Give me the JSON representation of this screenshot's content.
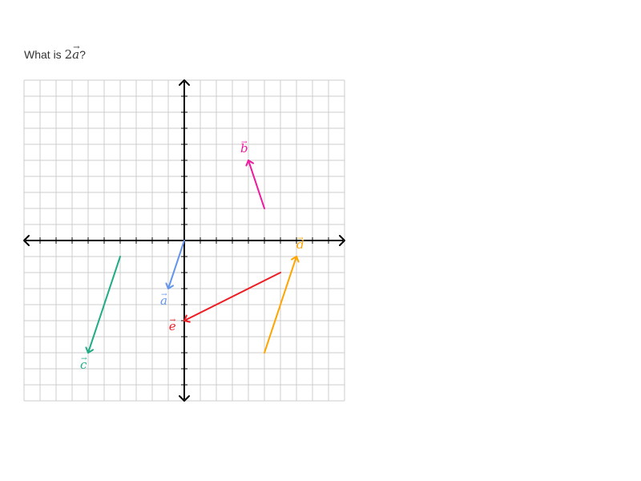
{
  "question": {
    "prefix": "What is ",
    "coefficient": "2",
    "vector_letter": "a",
    "vector_arrow": "→",
    "suffix": "?"
  },
  "grid": {
    "x_range": [
      -10,
      10
    ],
    "y_range": [
      -10,
      10
    ],
    "grid_step": 1,
    "tick_step": 1,
    "grid_color": "#cccccc",
    "axis_color": "#000000"
  },
  "vectors": [
    {
      "label": "a",
      "start": [
        0,
        0
      ],
      "end": [
        -1,
        -3
      ],
      "color": "#6495ed"
    },
    {
      "label": "b",
      "start": [
        5,
        2
      ],
      "end": [
        4,
        5
      ],
      "color": "#ee1aa0"
    },
    {
      "label": "c",
      "start": [
        -4,
        -1
      ],
      "end": [
        -6,
        -7
      ],
      "color": "#1fab85"
    },
    {
      "label": "d",
      "start": [
        5,
        -7
      ],
      "end": [
        7,
        -1
      ],
      "color": "#ffa500"
    },
    {
      "label": "e",
      "start": [
        6,
        -2
      ],
      "end": [
        0,
        -5
      ],
      "color": "#ee1c24"
    }
  ]
}
